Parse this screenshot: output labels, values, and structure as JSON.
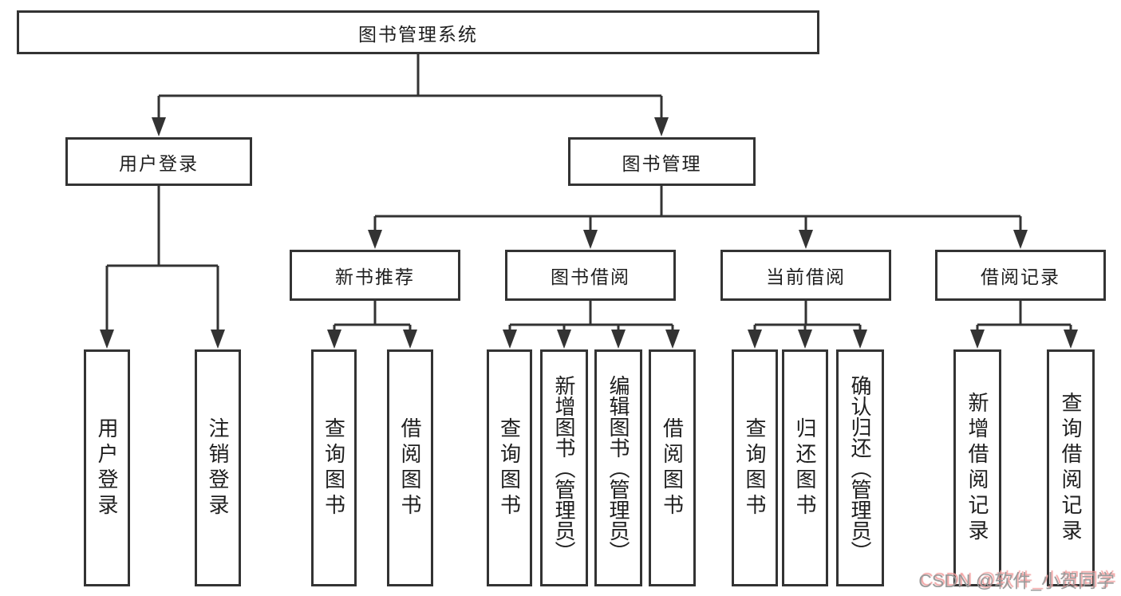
{
  "nodes": {
    "root": "图书管理系统",
    "branches": [
      {
        "label": "用户登录",
        "children": [
          "用户登录",
          "注销登录"
        ]
      },
      {
        "label": "图书管理",
        "children": [
          {
            "label": "新书推荐",
            "children": [
              "查询图书",
              "借阅图书"
            ]
          },
          {
            "label": "图书借阅",
            "children": [
              "查询图书",
              "新增图书（管理员）",
              "编辑图书（管理员）",
              "借阅图书"
            ]
          },
          {
            "label": "当前借阅",
            "children": [
              "查询图书",
              "归还图书",
              "确认归还（管理员）"
            ]
          },
          {
            "label": "借阅记录",
            "children": [
              "新增借阅记录",
              "查询借阅记录"
            ]
          }
        ]
      }
    ]
  },
  "watermark": "CSDN @软件_小贺同学",
  "colors": {
    "line": "#333333",
    "box_border": "#333333",
    "box_bg": "#ffffff",
    "text": "#1e1e1e",
    "page_bg": "#ffffff",
    "watermark": "#9a9a9a",
    "watermark_shadow": "#f2a0a0"
  }
}
